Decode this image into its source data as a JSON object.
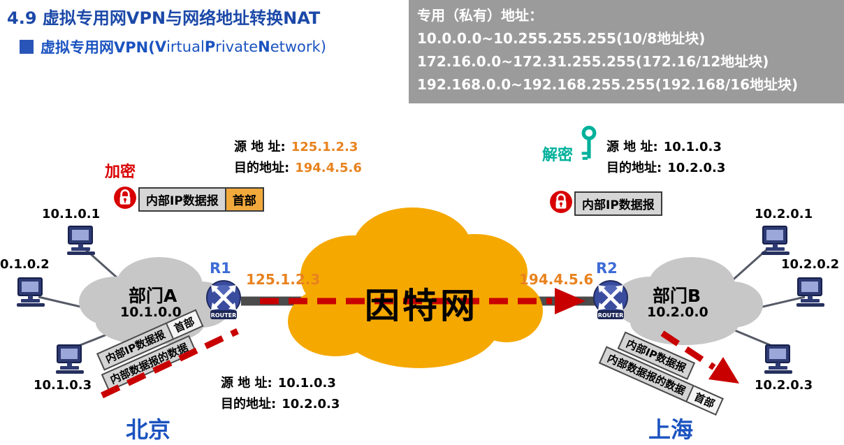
{
  "header": {
    "title": "4.9 虚拟专用网VPN与网络地址转换NAT",
    "subtitle_segments": [
      "虚拟专用网VPN(",
      "V",
      "irtual ",
      "P",
      "rivate ",
      "N",
      "etwork)"
    ],
    "private_box": {
      "line1": "专用（私有）地址：",
      "line2": "10.0.0.0~10.255.255.255(10/8地址块)",
      "line3": "172.16.0.0~172.31.255.255(172.16/12地址块)",
      "line4": "192.168.0.0~192.168.255.255(192.168/16地址块)"
    }
  },
  "encrypt": {
    "label": "加密",
    "packet": "内部IP数据报",
    "header": "首部",
    "src_label": "源 地 址:",
    "src_value": "125.1.2.3",
    "dst_label": "目的地址:",
    "dst_value": "194.4.5.6"
  },
  "decrypt": {
    "label": "解密",
    "packet": "内部IP数据报",
    "src_label": "源 地 址:",
    "src_value": "10.1.0.3",
    "dst_label": "目的地址:",
    "dst_value": "10.2.0.3"
  },
  "bottom_addr": {
    "src_label": "源 地 址:",
    "src_value": "10.1.0.3",
    "dst_label": "目的地址:",
    "dst_value": "10.2.0.3"
  },
  "network": {
    "dept_a": "部门A",
    "dept_a_net": "10.1.0.0",
    "dept_b": "部门B",
    "dept_b_net": "10.2.0.0",
    "internet": "因特网",
    "r1": "R1",
    "r1_addr": "125.1.2.3",
    "r2": "R2",
    "r2_addr": "194.4.5.6",
    "router_label": "ROUTER",
    "hosts_left": [
      "10.1.0.1",
      "0.1.0.2",
      "10.1.0.3"
    ],
    "hosts_right": [
      "10.2.0.1",
      "10.2.0.2",
      "10.2.0.3"
    ],
    "city_left": "北京",
    "city_right": "上海"
  },
  "tilted_left": {
    "bar1_body": "内部IP数据报",
    "bar1_header": "首部",
    "bar2_body": "内部数据报的数据"
  },
  "tilted_right": {
    "bar1_body": "内部IP数据报",
    "bar2_body": "内部数据报的数据",
    "bar2_header": "首部"
  },
  "icons": {
    "encrypt_lock": "red-padlock",
    "decrypt_key": "teal-key",
    "router": "router-4way-arrows",
    "host": "desktop-computer"
  },
  "colors": {
    "title_blue": "#1c49a8",
    "subtitle_blue": "#1b53c0",
    "orange_value": "#e8821e",
    "red": "#d80000",
    "teal": "#00b09a",
    "internet_cloud": "#f5a800",
    "dept_cloud": "#c7c7c7",
    "gray_box": "#9b9b9b",
    "dashed_arrow": "#c80000",
    "trunk_line": "#4b4b4b"
  }
}
